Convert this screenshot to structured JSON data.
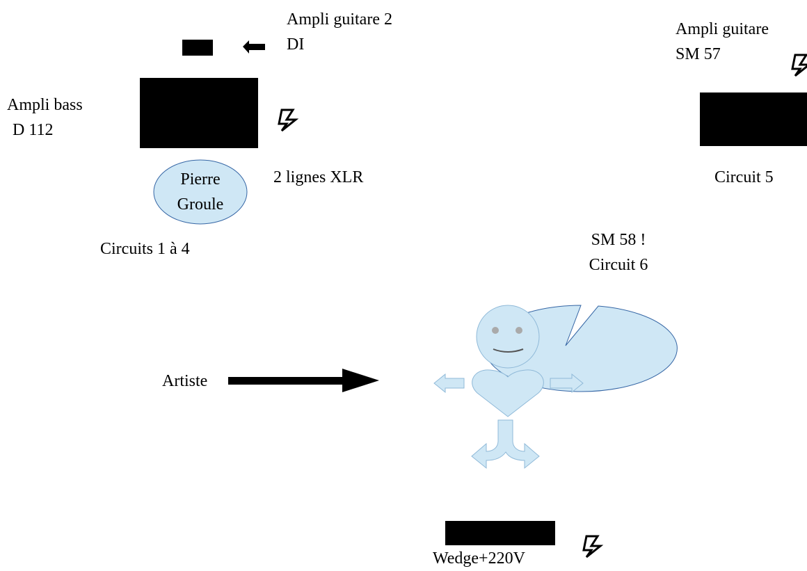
{
  "labels": {
    "amp_guitar2_line1": "Ampli guitare 2",
    "amp_guitar2_line2": "DI",
    "amp_guitar_line1": "Ampli guitare",
    "amp_guitar_line2": "SM 57",
    "amp_bass_line1": "Ampli bass",
    "amp_bass_line2": "D 112",
    "musician_name_line1": "Pierre",
    "musician_name_line2": "Groule",
    "xlr_lines": "2 lignes XLR",
    "circuit_5": "Circuit 5",
    "circuits_1_4": "Circuits 1 à 4",
    "bubble_line1": "SM 58 !",
    "bubble_line2": "Circuit 6",
    "artiste": "Artiste",
    "wedge": "Wedge+220V"
  },
  "colors": {
    "shape_fill": "#cfe7f5",
    "shape_stroke": "#3465a4",
    "equipment": "#000000"
  },
  "icons": [
    "power-icon",
    "arrow-left-icon",
    "arrow-right-icon",
    "smiley-face-icon",
    "heart-icon"
  ]
}
